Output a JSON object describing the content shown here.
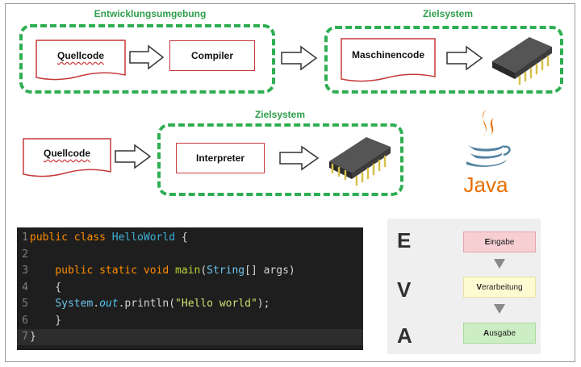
{
  "top_left_group": {
    "label": "Entwicklungsumgebung",
    "doc": "Quellcode",
    "box": "Compiler"
  },
  "top_right_group": {
    "label": "Zielsystem",
    "box": "Maschinencode"
  },
  "mid_group": {
    "label": "Zielsystem",
    "doc": "Quellcode",
    "box": "Interpreter"
  },
  "java_logo": {
    "text": "Java"
  },
  "code": {
    "line_numbers": [
      "1",
      "2",
      "3",
      "4",
      "5",
      "6",
      "7"
    ],
    "lines": [
      [
        {
          "t": "public class ",
          "c": "k"
        },
        {
          "t": "HelloWorld",
          "c": "tc"
        },
        {
          "t": " {",
          "c": "p"
        }
      ],
      [],
      [
        {
          "t": "    public static void ",
          "c": "k"
        },
        {
          "t": "main",
          "c": "fn"
        },
        {
          "t": "(",
          "c": "p"
        },
        {
          "t": "String",
          "c": "st"
        },
        {
          "t": "[] args)",
          "c": "p"
        }
      ],
      [
        {
          "t": "    {",
          "c": "p"
        }
      ],
      [
        {
          "t": "    ",
          "c": "p"
        },
        {
          "t": "System",
          "c": "st"
        },
        {
          "t": ".",
          "c": "p"
        },
        {
          "t": "out",
          "c": "it"
        },
        {
          "t": ".println(",
          "c": "p"
        },
        {
          "t": "\"Hello world\"",
          "c": "s"
        },
        {
          "t": ");",
          "c": "p"
        }
      ],
      [
        {
          "t": "    }",
          "c": "p"
        }
      ],
      [
        {
          "t": "}",
          "c": "p"
        }
      ]
    ]
  },
  "eva": {
    "letters": [
      "E",
      "V",
      "A"
    ],
    "steps": [
      {
        "first": "E",
        "rest": "ingabe",
        "color": "#f7cfd3"
      },
      {
        "first": "V",
        "rest": "erarbeitung",
        "color": "#fdfbd2"
      },
      {
        "first": "A",
        "rest": "usgabe",
        "color": "#cdeec4"
      }
    ]
  }
}
